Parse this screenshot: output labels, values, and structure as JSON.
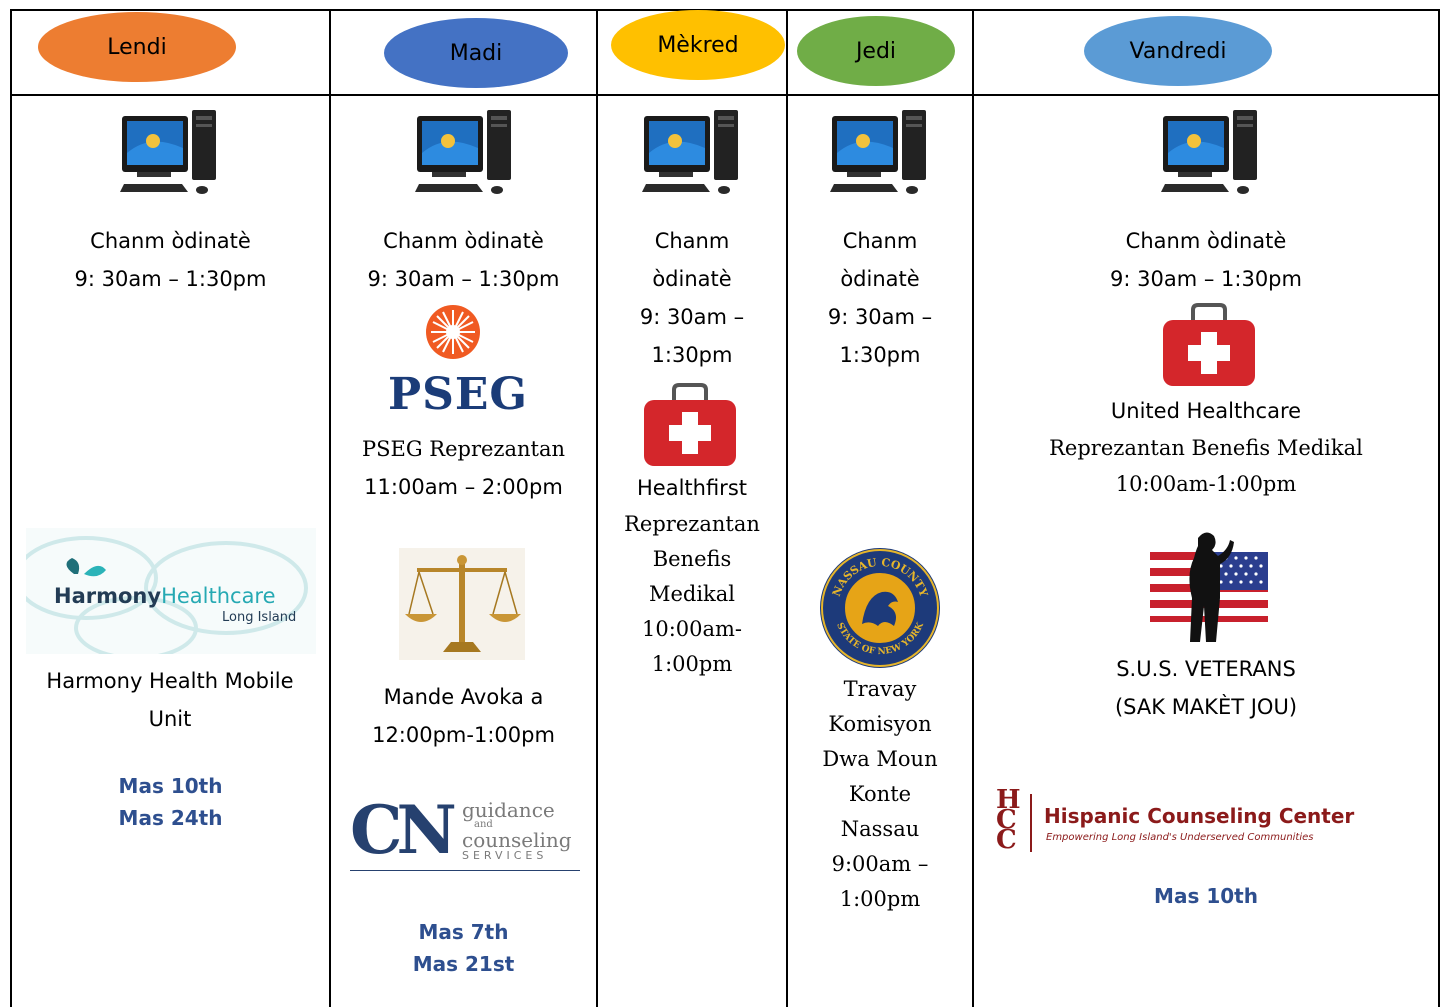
{
  "days": {
    "monday": "Lendi",
    "tuesday": "Madi",
    "wednesday": "Mèkred",
    "thursday": "Jedi",
    "friday": "Vandredi"
  },
  "colors": {
    "monday": "#ed7d31",
    "tuesday": "#4472c4",
    "wednesday": "#ffc000",
    "thursday": "#70ad47",
    "friday": "#5b9bd5",
    "date_text": "#2e4f8f"
  },
  "common": {
    "computer_room": "Chanm òdinatè",
    "computer_hours": "9: 30am – 1:30pm"
  },
  "wednesday_text": {
    "computer_l1": "Chanm",
    "computer_l2": "òdinatè",
    "computer_l3": "9: 30am –",
    "computer_l4": "1:30pm",
    "health_l1": "Healthfirst",
    "health_l2": "Reprezantan",
    "health_l3": "Benefis",
    "health_l4": "Medikal",
    "health_l5": "10:00am-",
    "health_l6": "1:00pm"
  },
  "thursday_text": {
    "computer_l1": "Chanm",
    "computer_l2": "òdinatè",
    "computer_l3": "9: 30am –",
    "computer_l4": "1:30pm",
    "seal_top": "NASSAU COUNTY",
    "seal_bottom": "STATE OF NEW YORK",
    "work_l1": "Travay",
    "work_l2": "Komisyon",
    "work_l3": "Dwa Moun",
    "work_l4": "Konte",
    "work_l5": "Nassau",
    "work_l6": "9:00am –",
    "work_l7": "1:00pm"
  },
  "monday_text": {
    "harmony_logo_main": "Harmony",
    "harmony_logo_accent": "Healthcare",
    "harmony_logo_sub": "Long Island",
    "event": "Harmony Health Mobile Unit",
    "date1": "Mas 10th",
    "date2": "Mas 24th"
  },
  "tuesday_text": {
    "pseg_logo": "PSEG",
    "pseg_l1": "PSEG Reprezantan",
    "pseg_l2": "11:00am – 2:00pm",
    "lawyer_l1": "Mande Avoka a",
    "lawyer_l2": "12:00pm-1:00pm",
    "cn_logo": "CN",
    "cn_word1": "guidance",
    "cn_word2": "and",
    "cn_word3": "counseling",
    "cn_word4": "SERVICES",
    "date1": "Mas 7th",
    "date2": "Mas 21st"
  },
  "friday_text": {
    "united_l1": "United Healthcare",
    "united_l2": "Reprezantan Benefis Medikal",
    "united_l3": "10:00am-1:00pm",
    "veterans_l1": "S.U.S. VETERANS",
    "veterans_l2": "(SAK MAKÈT JOU)",
    "hcc_logo_letters": "HCC",
    "hcc_title": "Hispanic Counseling Center",
    "hcc_tagline": "Empowering Long Island's Underserved Communities",
    "date1": "Mas 10th"
  }
}
